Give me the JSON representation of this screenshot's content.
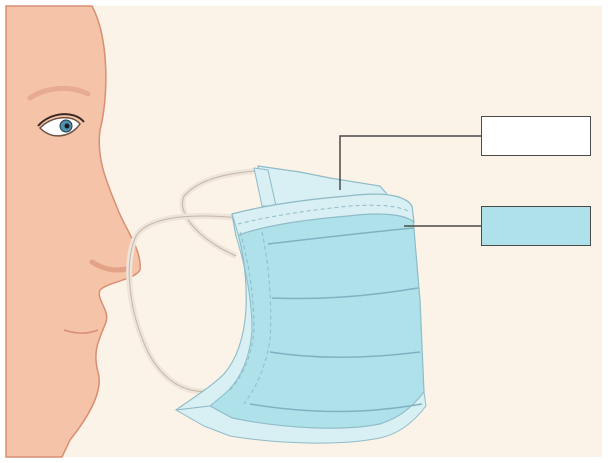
{
  "figure": {
    "subject": "surgical-mask-worn-on-face",
    "labels": {
      "outer_layer_box": "",
      "inner_layer_box": ""
    },
    "colors": {
      "background": "#fbf3e8",
      "skin": "#f5c3a8",
      "skin_outline": "#d98e74",
      "mask_fill": "#aee1ea",
      "mask_edge": "#d8eff3",
      "mask_outline": "#8fbcc8",
      "ear_loop": "#efe4da",
      "leader_line": "#4a4a4a",
      "inner_box_fill": "#aee1ea",
      "outer_box_fill": "#ffffff"
    },
    "icons": [
      "face-profile",
      "ear-loop",
      "surgical-mask",
      "eye-icon"
    ]
  }
}
